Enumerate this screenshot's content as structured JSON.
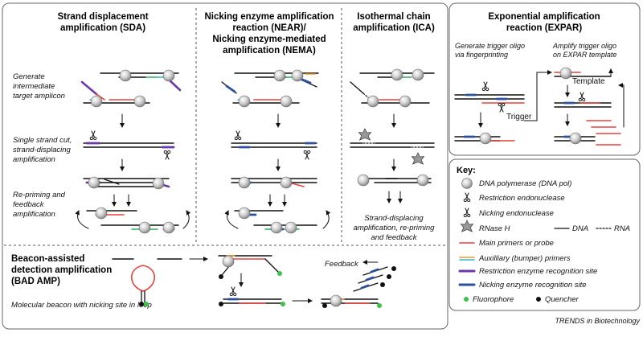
{
  "panels": {
    "sda": {
      "title1": "Strand displacement",
      "title2": "amplification  (SDA)"
    },
    "near": {
      "title1": "Nicking enzyme amplification",
      "title2": "reaction (NEAR)/",
      "title3": "Nicking enzyme-mediated",
      "title4": "amplification (NEMA)"
    },
    "ica": {
      "title1": "Isothermal chain",
      "title2": "amplification (ICA)"
    },
    "expar": {
      "title1": "Exponential amplification",
      "title2": "reaction (EXPAR)"
    },
    "bad": {
      "title1": "Beacon-assisted",
      "title2": "detection amplification",
      "title3": "(BAD AMP)"
    }
  },
  "steps": {
    "s1a": "Generate",
    "s1b": "intermediate",
    "s1c": "target amplicon",
    "s2a": "Single strand cut,",
    "s2b": "strand-displacing",
    "s2c": "amplification",
    "s3a": "Re-priming and",
    "s3b": "feedback",
    "s3c": "amplification"
  },
  "ica_note": {
    "a": "Strand-displacing",
    "b": "amplification, re-priming",
    "c": "and feedback"
  },
  "expar_notes": {
    "gen1": "Generate trigger oligo",
    "gen2": "via fingerprinting",
    "amp1": "Amplify trigger oligo",
    "amp2": "on EXPAR template",
    "template": "Template",
    "trigger": "Trigger"
  },
  "bad_notes": {
    "beacon": "Molecular beacon with nicking site in loop",
    "feedback": "Feedback"
  },
  "key": {
    "title": "Key:",
    "pol": "DNA polymerase (DNA pol)",
    "restr": "Restriction endonuclease",
    "nick": "Nicking endonuclease",
    "rnase": "RNase H",
    "dna": "DNA",
    "rna": "RNA",
    "main": "Main primers or probe",
    "aux": "Auxilliary (bumper) primers",
    "rsite": "Restriction enzyme recognition site",
    "nsite": "Nicking enzyme recognition site",
    "fluor": "Fluorophore",
    "quench": "Quencher"
  },
  "colors": {
    "main": "#e8413c",
    "aux": "#2bb5d6",
    "green": "#2fae5c",
    "orange": "#f39a1e",
    "restriction": "#6a3aa8",
    "nicking": "#2c4f9e",
    "fluorophore": "#3cc24a",
    "quencher": "#111111"
  },
  "credit": "TRENDS in Biotechnology"
}
